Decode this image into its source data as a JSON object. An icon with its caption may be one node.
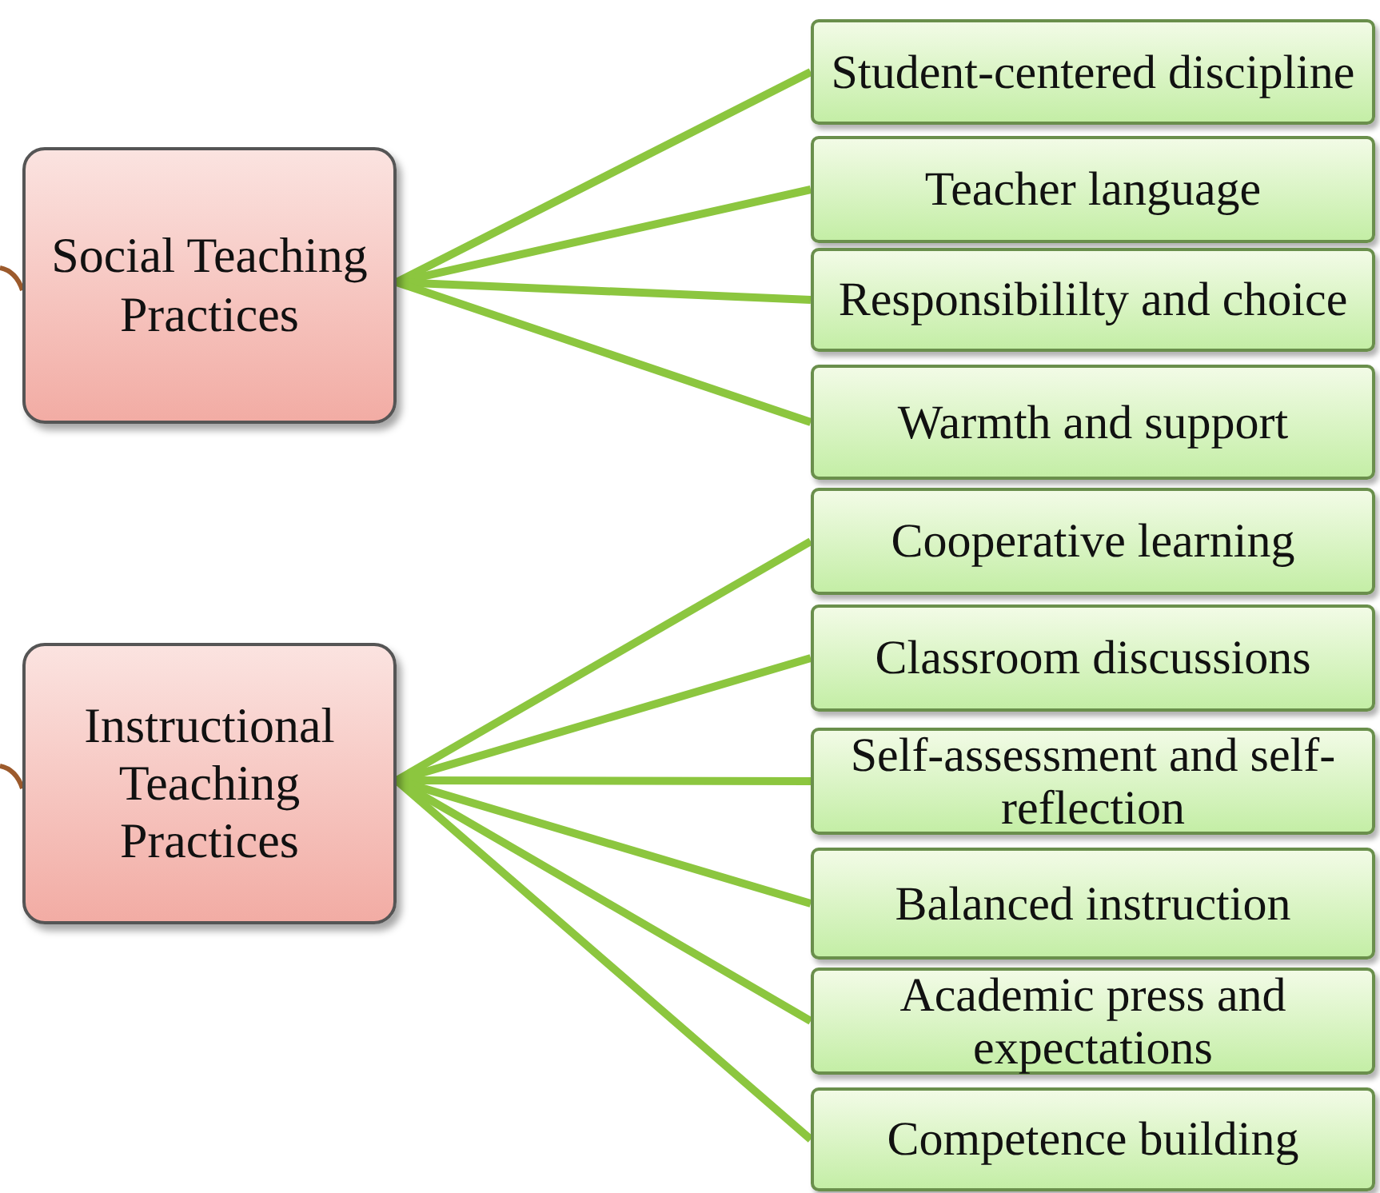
{
  "diagram": {
    "nodes": [
      {
        "text": [
          "Social Teaching Practices"
        ]
      },
      {
        "text": [
          "Student-centered discipline"
        ]
      },
      {
        "text": [
          "Teacher language"
        ]
      },
      {
        "text": [
          "Responsibililty and choice"
        ]
      },
      {
        "text": [
          "Warmth and support"
        ]
      },
      {
        "text": [
          "Instructional Teaching Practices"
        ]
      },
      {
        "text": [
          "Cooperative learning"
        ]
      },
      {
        "text": [
          "Classroom discussions"
        ]
      },
      {
        "text": [
          "Self-assessment and self-reflection"
        ]
      },
      {
        "text": [
          "Balanced instruction"
        ]
      },
      {
        "text": [
          "Academic press and expectations"
        ]
      },
      {
        "text": [
          "Competence building"
        ]
      }
    ],
    "edges": [
      {
        "from": null,
        "to": 0,
        "arrow": "none",
        "color": "#9c5a2c"
      },
      {
        "from": 0,
        "to": 1,
        "arrow": "none"
      },
      {
        "from": 0,
        "to": 2,
        "arrow": "none"
      },
      {
        "from": 0,
        "to": 3,
        "arrow": "none"
      },
      {
        "from": 0,
        "to": 4,
        "arrow": "none"
      },
      {
        "from": null,
        "to": 5,
        "arrow": "none",
        "color": "#9c5a2c"
      },
      {
        "from": 5,
        "to": 6,
        "arrow": "none"
      },
      {
        "from": 5,
        "to": 7,
        "arrow": "none"
      },
      {
        "from": 5,
        "to": 8,
        "arrow": "none"
      },
      {
        "from": 5,
        "to": 9,
        "arrow": "none"
      },
      {
        "from": 5,
        "to": 10,
        "arrow": "none"
      },
      {
        "from": 5,
        "to": 11,
        "arrow": "none"
      }
    ]
  }
}
